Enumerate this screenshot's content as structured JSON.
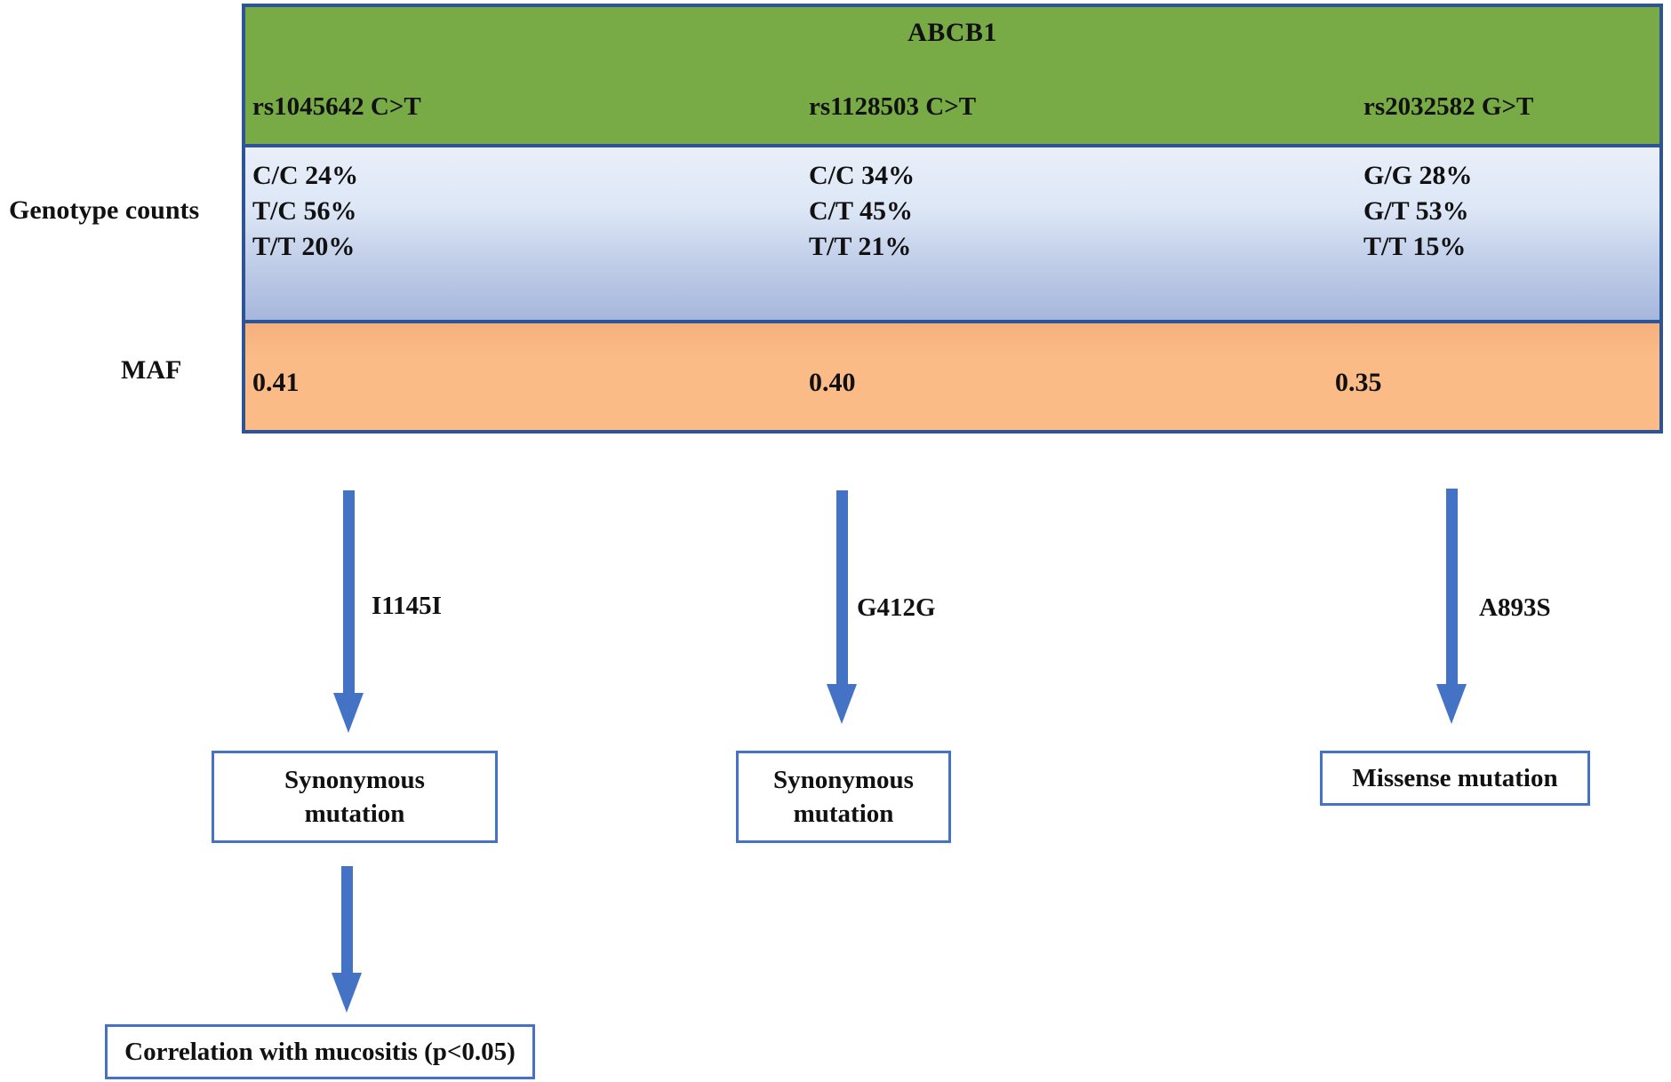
{
  "title": "ABCB1",
  "row_labels": {
    "genotype": "Genotype counts",
    "maf": "MAF"
  },
  "columns": [
    {
      "snp": "rs1045642 C>T",
      "genotypes": [
        "C/C 24%",
        "T/C 56%",
        "T/T 20%"
      ],
      "maf": "0.41",
      "mutation_code": "I1145I",
      "mutation_type": "Synonymous mutation"
    },
    {
      "snp": "rs1128503 C>T",
      "genotypes": [
        "C/C 34%",
        "C/T 45%",
        "T/T 21%"
      ],
      "maf": "0.40",
      "mutation_code": "G412G",
      "mutation_type": "Synonymous mutation"
    },
    {
      "snp": "rs2032582 G>T",
      "genotypes": [
        "G/G 28%",
        "G/T 53%",
        "T/T 15%"
      ],
      "maf": "0.35",
      "mutation_code": "A893S",
      "mutation_type": "Missense mutation"
    }
  ],
  "outcome": "Correlation with mucositis (p<0.05)",
  "colors": {
    "header_green": "#78aa46",
    "table_border": "#2f5496",
    "genotype_blue_top": "#eaeff9",
    "genotype_blue_bottom": "#a6b7dc",
    "maf_orange": "#fabb86",
    "accent_blue": "#4472c4"
  }
}
